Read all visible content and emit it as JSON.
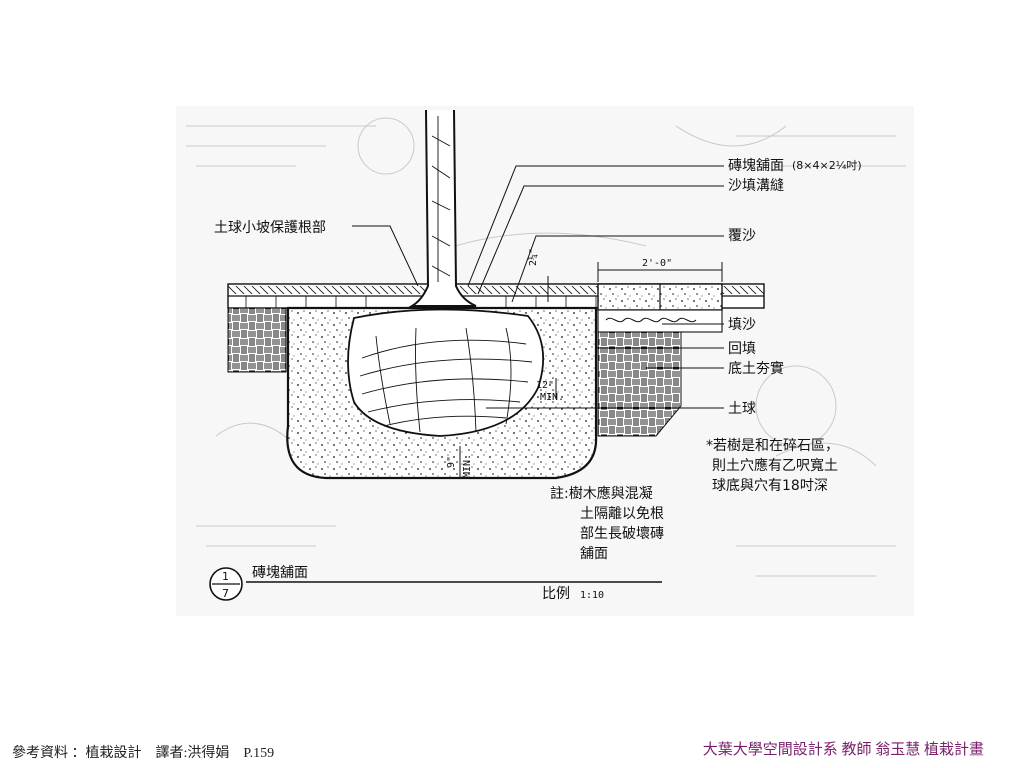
{
  "diagram": {
    "labels": {
      "brick_paving": "磚塊舖面",
      "brick_dims": "(8×4×2¼吋)",
      "sand_joint": "沙填溝縫",
      "sand_cover": "覆沙",
      "root_collar": "土球小坡保護根部",
      "sand_fill": "填沙",
      "backfill": "回填",
      "compacted_subsoil": "底土夯實",
      "root_ball": "土球"
    },
    "dimensions": {
      "width": "2'-0\"",
      "thickness": "2¼\"",
      "side_min": "12\"",
      "side_min_tag": "MIN.",
      "bottom_min": "9\"",
      "bottom_min_tag": "MIN."
    },
    "gravel_note": [
      "*若樹是和在碎石區，",
      "則土穴應有乙呎寬土",
      "球底與穴有18吋深"
    ],
    "note": [
      "註:樹木應與混凝",
      "土隔離以免根",
      "部生長破壞磚",
      "舖面"
    ],
    "detail_marker": {
      "top": "1",
      "bottom": "7"
    },
    "detail_title": "磚塊舖面",
    "scale_label": "比例",
    "scale_value": "1:10"
  },
  "footer": {
    "reference": "參考資料 ：植栽設計    譯者:洪得娟    P.159",
    "credit": "大葉大學空間設計系 教師 翁玉慧 植栽計畫"
  },
  "colors": {
    "ink": "#111111",
    "background_sketch": "#c9c9c9",
    "credit_text": "#7a1f6a"
  }
}
